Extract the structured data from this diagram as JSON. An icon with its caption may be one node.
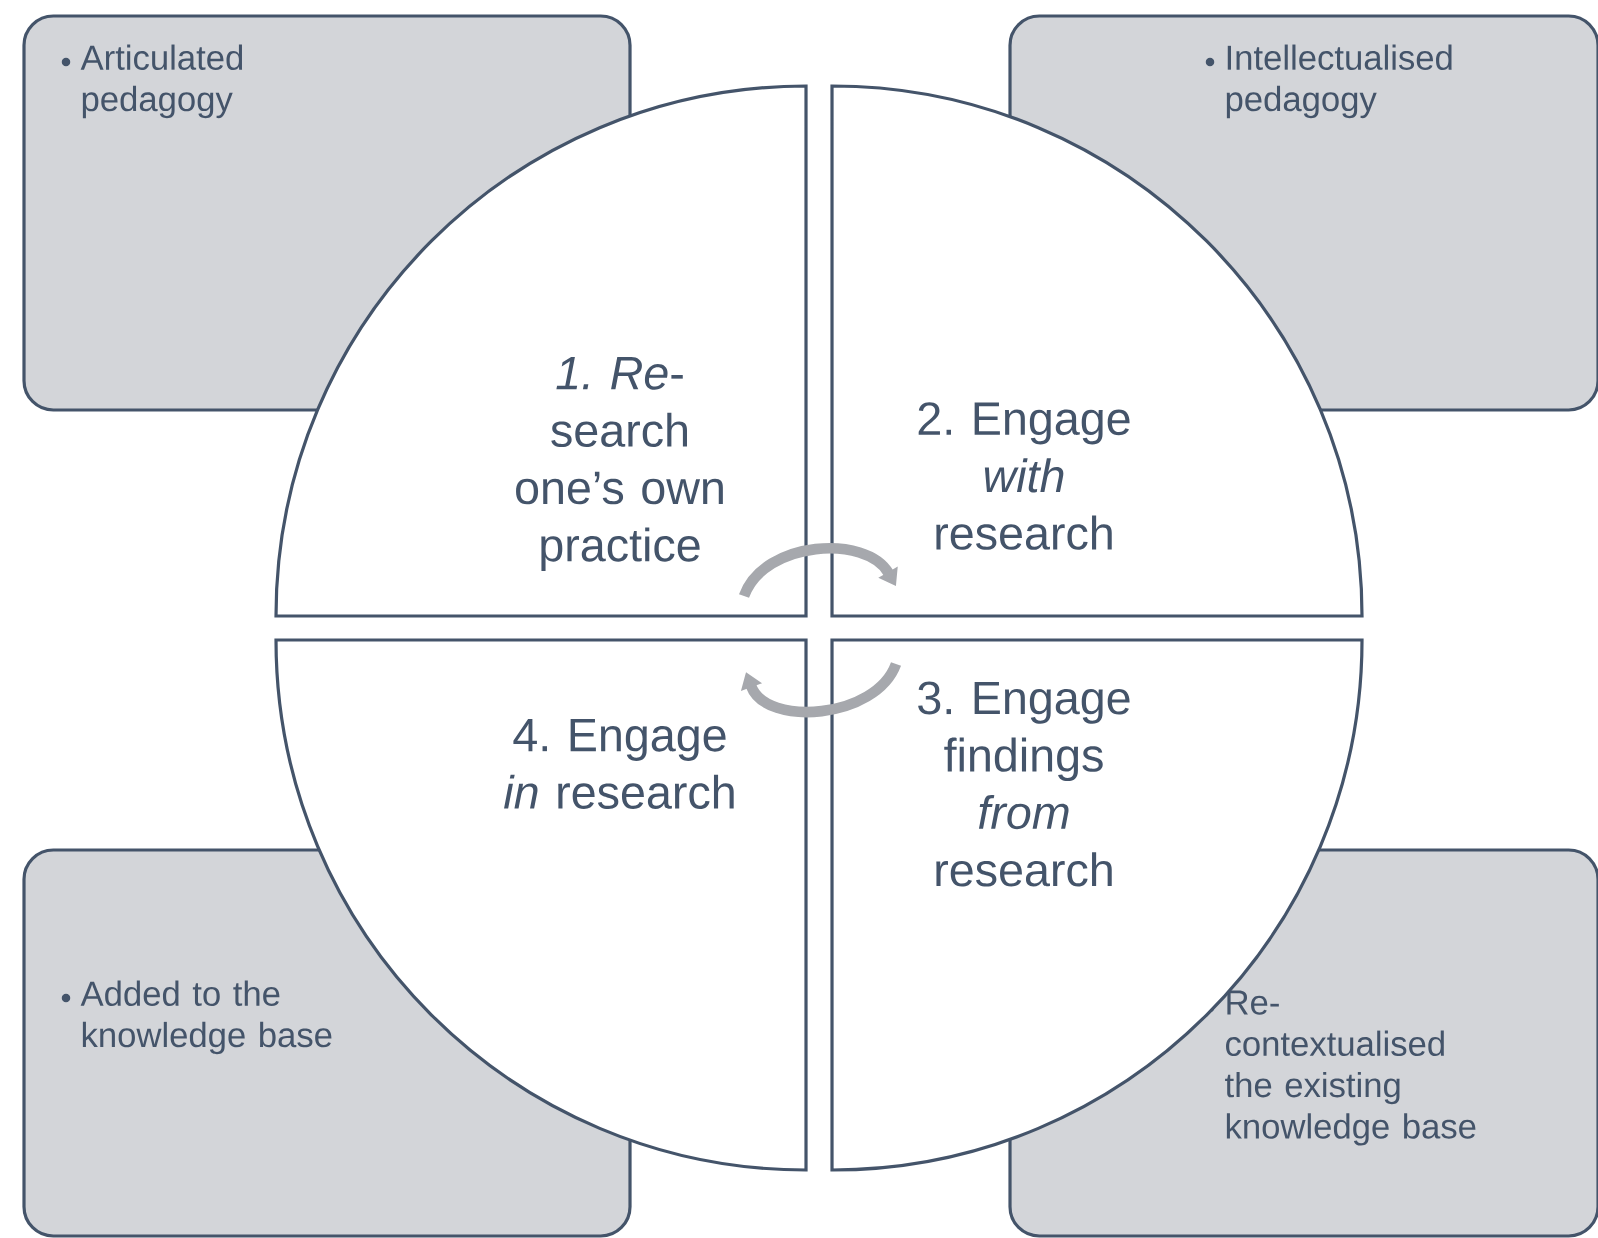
{
  "diagram": {
    "nodes": [
      {
        "text": [
          "Articulated pedagogy"
        ]
      },
      {
        "text": [
          "Intellectualised pedagogy"
        ]
      },
      {
        "text": [
          "*1. Re*- search one’s own practice"
        ]
      },
      {
        "text": [
          "2. Engage *with* research"
        ]
      },
      {
        "text": [
          "4. Engage *in* research"
        ]
      },
      {
        "text": [
          "3. Engage findings *from* research"
        ]
      },
      {
        "text": [
          "Added to the knowledge base"
        ]
      },
      {
        "text": [
          "Re- contextualised the existing knowledge base"
        ]
      }
    ],
    "edges": [
      {
        "from": 2,
        "to": 3,
        "arrow": "to"
      },
      {
        "from": 5,
        "to": 4,
        "arrow": "to"
      }
    ]
  }
}
